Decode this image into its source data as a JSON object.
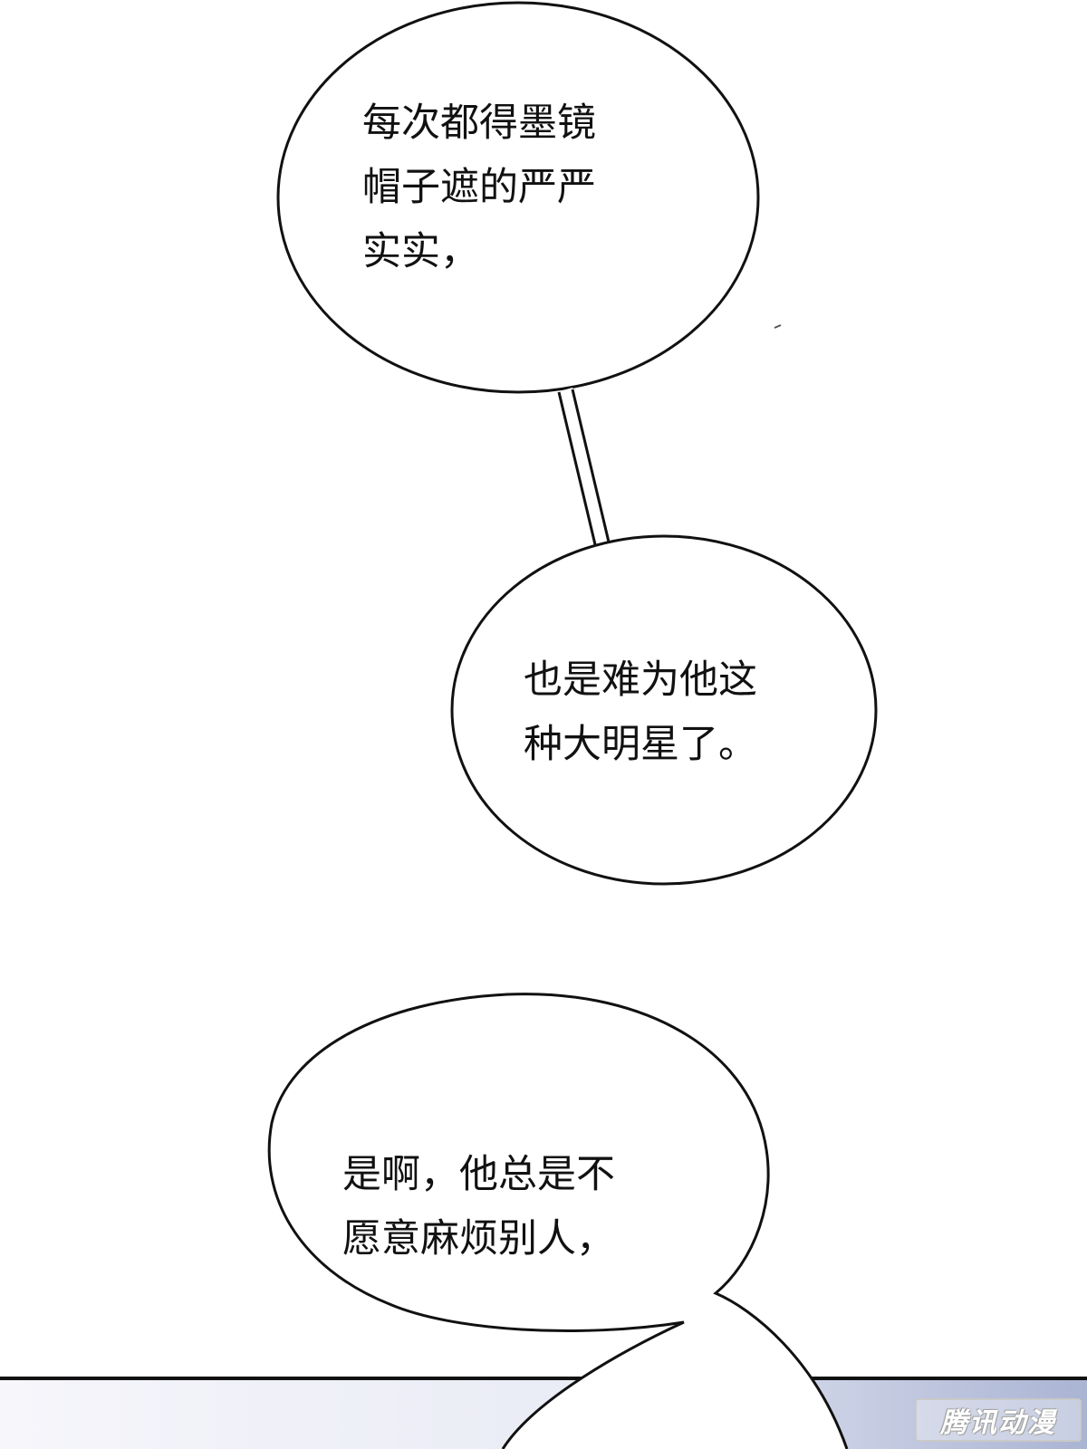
{
  "bubbles": [
    {
      "lines": [
        "每次都得墨镜",
        "帽子遮的严严",
        "实实，"
      ]
    },
    {
      "lines": [
        "也是难为他这",
        "种大明星了。"
      ]
    },
    {
      "lines": [
        "是啊，他总是不",
        "愿意麻烦别人，"
      ]
    }
  ],
  "watermark": {
    "text": "腾讯动漫"
  },
  "colors": {
    "outline": "#111111",
    "background": "#ffffff",
    "panel_gradient_light": "#f4f4fb",
    "panel_gradient_dark": "#aeb8d6"
  }
}
